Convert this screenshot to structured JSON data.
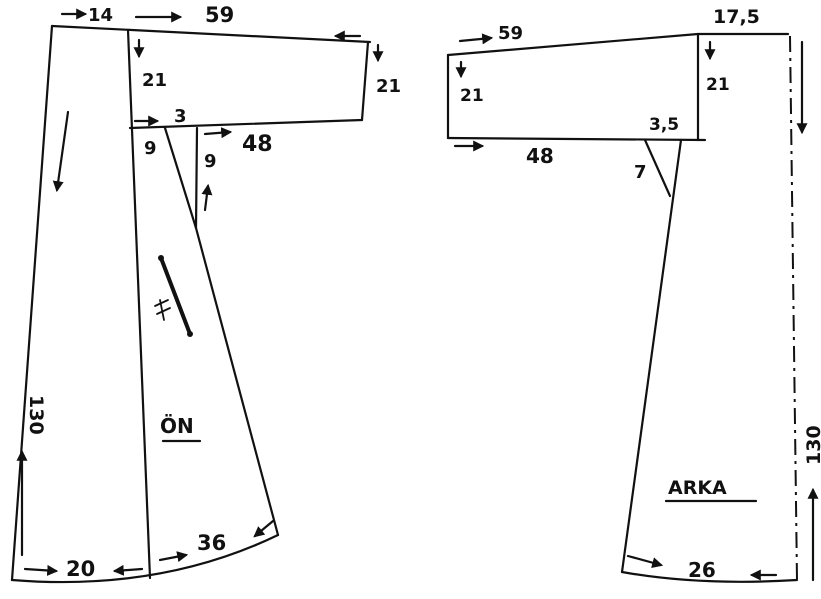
{
  "front": {
    "neck_width": "14",
    "sleeve_length": "59",
    "sleeve_drop": "21",
    "sleeve_height": "21",
    "underarm_offset": "3",
    "dart_left": "9",
    "sleeve_bottom": "48",
    "dart_right": "9",
    "length": "130",
    "label": "ÖN",
    "hem_left": "20",
    "hem_right": "36"
  },
  "back": {
    "sleeve_length": "59",
    "sleeve_drop": "21",
    "sleeve_height": "21",
    "underarm_offset": "3,5",
    "sleeve_bottom": "48",
    "dart": "7",
    "shoulder_width": "17,5",
    "length": "130",
    "label": "ARKA",
    "hem": "26"
  }
}
